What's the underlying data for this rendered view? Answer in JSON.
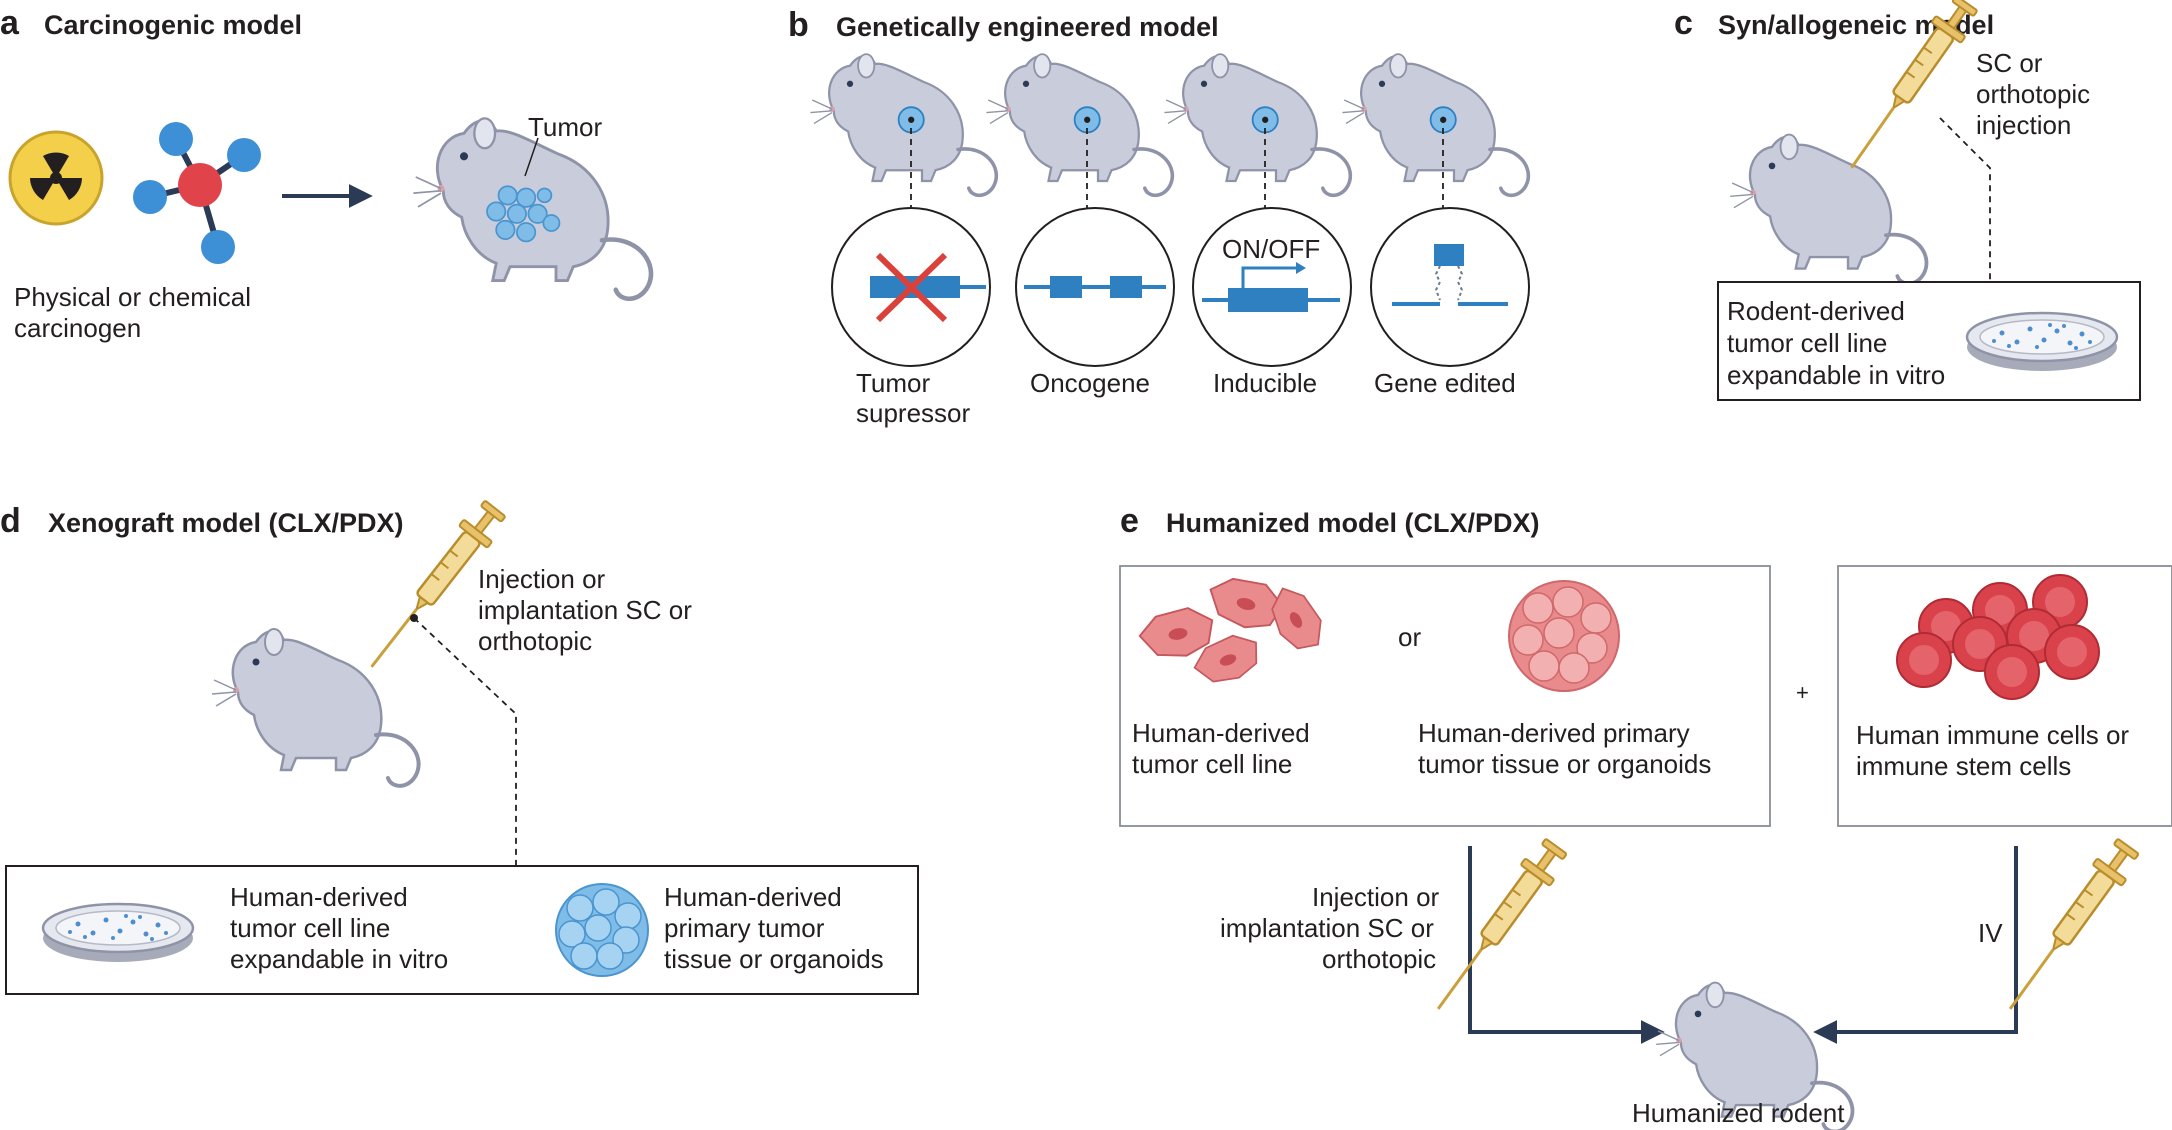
{
  "panel_a": {
    "letter": "a",
    "title": "Carcinogenic model",
    "tumor_label": "Tumor",
    "caption_line1": "Physical or chemical",
    "caption_line2": "carcinogen",
    "icons": [
      "radiation-icon",
      "molecule-icon",
      "arrow-icon",
      "mouse-with-tumors-icon"
    ]
  },
  "panel_b": {
    "letter": "b",
    "title": "Genetically engineered model",
    "items": [
      {
        "label_line1": "Tumor",
        "label_line2": "supressor",
        "icon": "crossed-gene-icon"
      },
      {
        "label_line1": "Oncogene",
        "label_line2": "",
        "icon": "gene-segments-icon"
      },
      {
        "label_line1": "Inducible",
        "label_line2": "",
        "icon": "inducible-gene-icon",
        "switch_label": "ON/OFF"
      },
      {
        "label_line1": "Gene edited",
        "label_line2": "",
        "icon": "edited-gene-icon"
      }
    ]
  },
  "panel_c": {
    "letter": "c",
    "title": "Syn/allogeneic model",
    "injection_line1": "SC or",
    "injection_line2": "orthotopic",
    "injection_line3": "injection",
    "box_line1": "Rodent-derived",
    "box_line2": "tumor cell line",
    "box_line3": "expandable in vitro"
  },
  "panel_d": {
    "letter": "d",
    "title": "Xenograft model (CLX/PDX)",
    "injection_line1": "Injection or",
    "injection_line2": "implantation SC or",
    "injection_line3": "orthotopic",
    "box_left_line1": "Human-derived",
    "box_left_line2": "tumor cell line",
    "box_left_line3": "expandable in vitro",
    "box_right_line1": "Human-derived",
    "box_right_line2": "primary tumor",
    "box_right_line3": "tissue or organoids"
  },
  "panel_e": {
    "letter": "e",
    "title": "Humanized model (CLX/PDX)",
    "or_label": "or",
    "plus_label": "+",
    "cell_line_line1": "Human-derived",
    "cell_line_line2": "tumor cell line",
    "primary_line1": "Human-derived primary",
    "primary_line2": "tumor tissue or organoids",
    "immune_line1": "Human immune cells or",
    "immune_line2": "immune stem cells",
    "injection_line1": "Injection or",
    "injection_line2": "implantation SC or",
    "injection_line3": "orthotopic",
    "iv_label": "IV",
    "rodent_label": "Humanized rodent"
  },
  "colors": {
    "mouse": "#c9ccdb",
    "mouse_outline": "#8f93a8",
    "gene_blue": "#2f80c0",
    "tumor_blue": "#7fbde8",
    "red_cross": "#d9413a",
    "tumor_pink": "#e98a8c",
    "blood_red": "#d9424b",
    "syringe": "#e8c26a",
    "arrow": "#2b3a55"
  }
}
